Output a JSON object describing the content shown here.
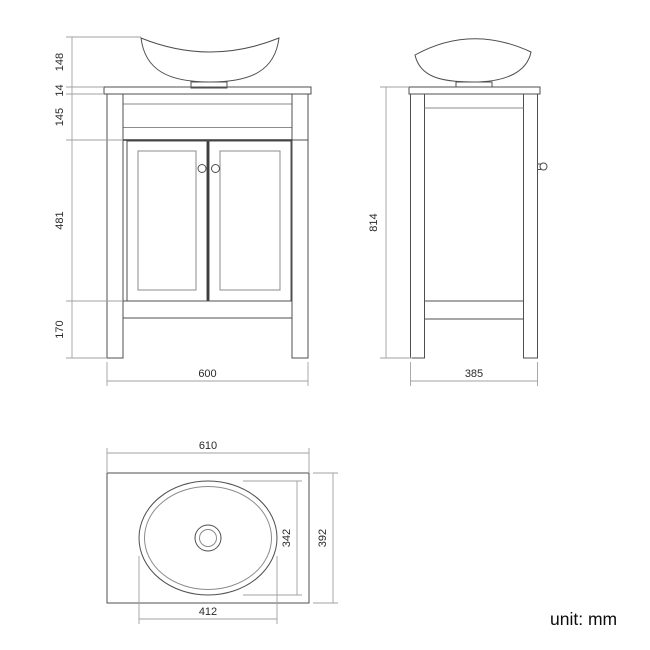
{
  "unit_label": "unit: mm",
  "dimensions": {
    "front": {
      "sink_height": "148",
      "countertop_thickness": "14",
      "apron_height": "145",
      "door_height": "481",
      "leg_height": "170",
      "cabinet_width": "600"
    },
    "side": {
      "overall_height": "814",
      "depth": "385"
    },
    "top": {
      "countertop_width": "610",
      "countertop_depth": "392",
      "basin_width": "342",
      "basin_length": "412"
    }
  },
  "colors": {
    "outline": "#4f4f4f",
    "light_line": "#8b8b8b",
    "dimension_line": "#a0a0a0",
    "text": "#2a2a2a",
    "background": "#ffffff"
  }
}
